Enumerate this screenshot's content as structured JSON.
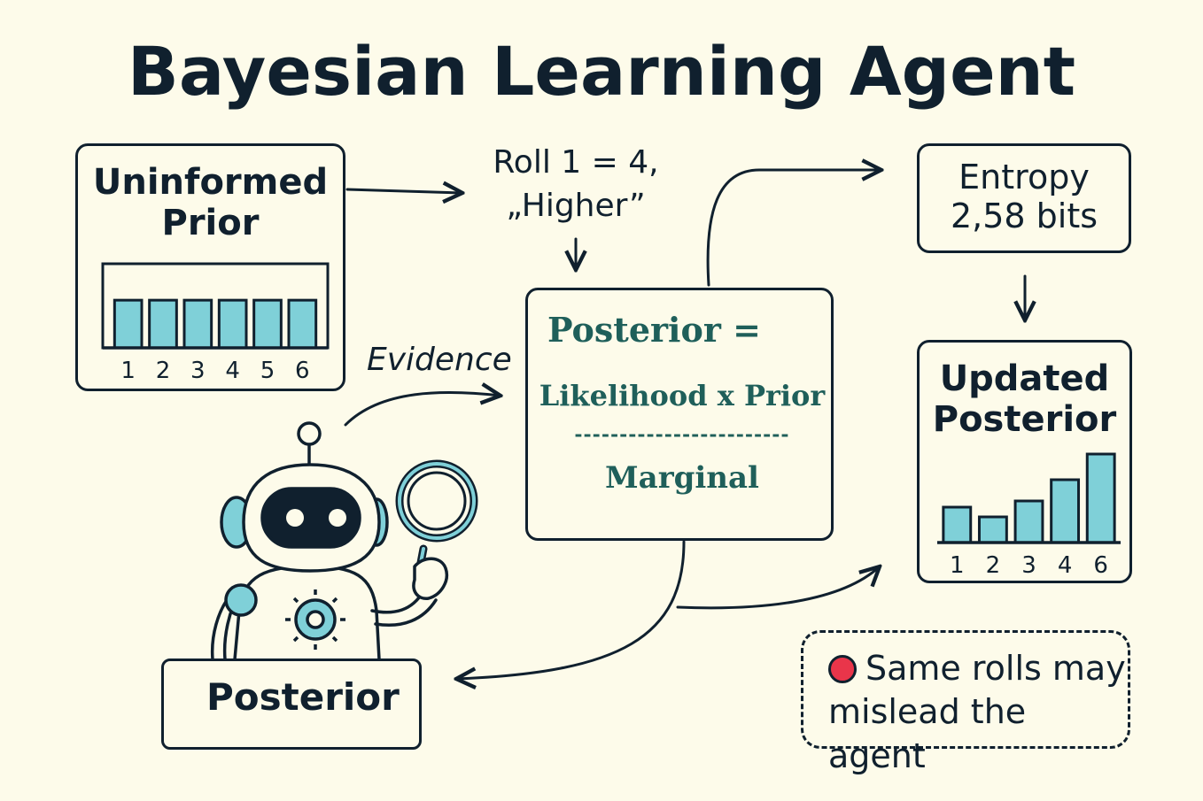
{
  "title": "Bayesian Learning Agent",
  "prior_box": {
    "title_line1": "Uninformed",
    "title_line2": "Prior"
  },
  "roll": {
    "line1": "Roll 1 = 4,",
    "line2": "„Higher”"
  },
  "evidence_label": "Evidence",
  "formula_box": {
    "line1": "Posterior =",
    "numerator": "Likelihood x Prior",
    "divider": "------------------------",
    "denominator": "Marginal"
  },
  "entropy_box": {
    "line1": "Entropy",
    "line2": "2,58 bits"
  },
  "updated_box": {
    "title_line1": "Updated",
    "title_line2": "Posterior"
  },
  "posterior_box": {
    "label": "Posterior"
  },
  "warning": {
    "line1": "Same rolls may",
    "line2": "mislead the agent"
  },
  "colors": {
    "background": "#fdfbea",
    "ink": "#10202e",
    "bar": "#7fd0d8",
    "formula_text": "#1f5f5a",
    "warning_dot": "#e9354a"
  },
  "chart_data": [
    {
      "type": "bar",
      "name": "",
      "categories": [
        "1",
        "2",
        "3",
        "4",
        "5",
        "6"
      ],
      "values": [
        1,
        1,
        1,
        1,
        1,
        1
      ],
      "ylim": [
        0,
        1.3
      ]
    },
    {
      "type": "bar",
      "name": "",
      "categories": [
        "1",
        "2",
        "3",
        "4",
        "6"
      ],
      "values": [
        0.4,
        0.29,
        0.47,
        0.71,
        1.0
      ],
      "ylim": [
        0,
        1.0
      ]
    }
  ]
}
